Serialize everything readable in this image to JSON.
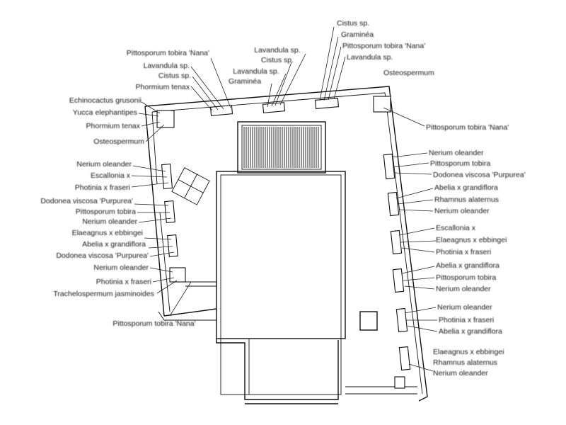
{
  "diagram": {
    "labels": {
      "top_left": [
        "Pittosporum tobira 'Nana'",
        "Lavandula sp.",
        "Cistus sp.",
        "Phormium tenax"
      ],
      "top_mid": [
        "Lavandula sp.",
        "Cistus sp.",
        "Lavandula sp.",
        "Graminéa"
      ],
      "top_right": [
        "Cistus sp.",
        "Graminéa",
        "Pittosporum tobira 'Nana'",
        "Lavandula sp."
      ],
      "osteo_top": "Osteospermum",
      "right_corner": "Pittosporum tobira 'Nana'",
      "left_corner": [
        "Echinocactus grusonii",
        "Yucca elephantipes",
        "Phormium tenax",
        "Osteospermum"
      ],
      "left_1": [
        "Nerium oleander",
        "Escallonia x",
        "Photinia x fraseri"
      ],
      "left_2": [
        "Dodonea viscosa 'Purpurea'",
        "Pittosporum tobira",
        "Nerium oleander"
      ],
      "left_3": [
        "Elaeagnus x ebbingei",
        "Abelia x grandiflora",
        "Dodonea viscosa 'Purpurea'"
      ],
      "left_4": [
        "Nerium oleander",
        "Photinia x fraseri",
        "Trachelospermum jasminoides"
      ],
      "bottom_left": "Pittosporum tobira 'Nana'",
      "right_1": [
        "Nerium oleander",
        "Pittosporum tobira",
        "Dodonea viscosa 'Purpurea'"
      ],
      "right_2": [
        "Abelia x grandiflora",
        "Rhamnus alaternus",
        "Nerium oleander"
      ],
      "right_3": [
        "Escallonia x",
        "Elaeagnus x ebbingei",
        "Photinia x fraseri"
      ],
      "right_4": [
        "Abelia x grandiflora",
        "Pittosporum tobira",
        "Nerium oleander"
      ],
      "right_5": [
        "Nerium oleander",
        "Photinia x fraseri",
        "Abelia x grandiflora"
      ],
      "right_6": [
        "Elaeagnus x ebbingei",
        "Rhamnus alaternus",
        "Nerium oleander"
      ]
    }
  }
}
